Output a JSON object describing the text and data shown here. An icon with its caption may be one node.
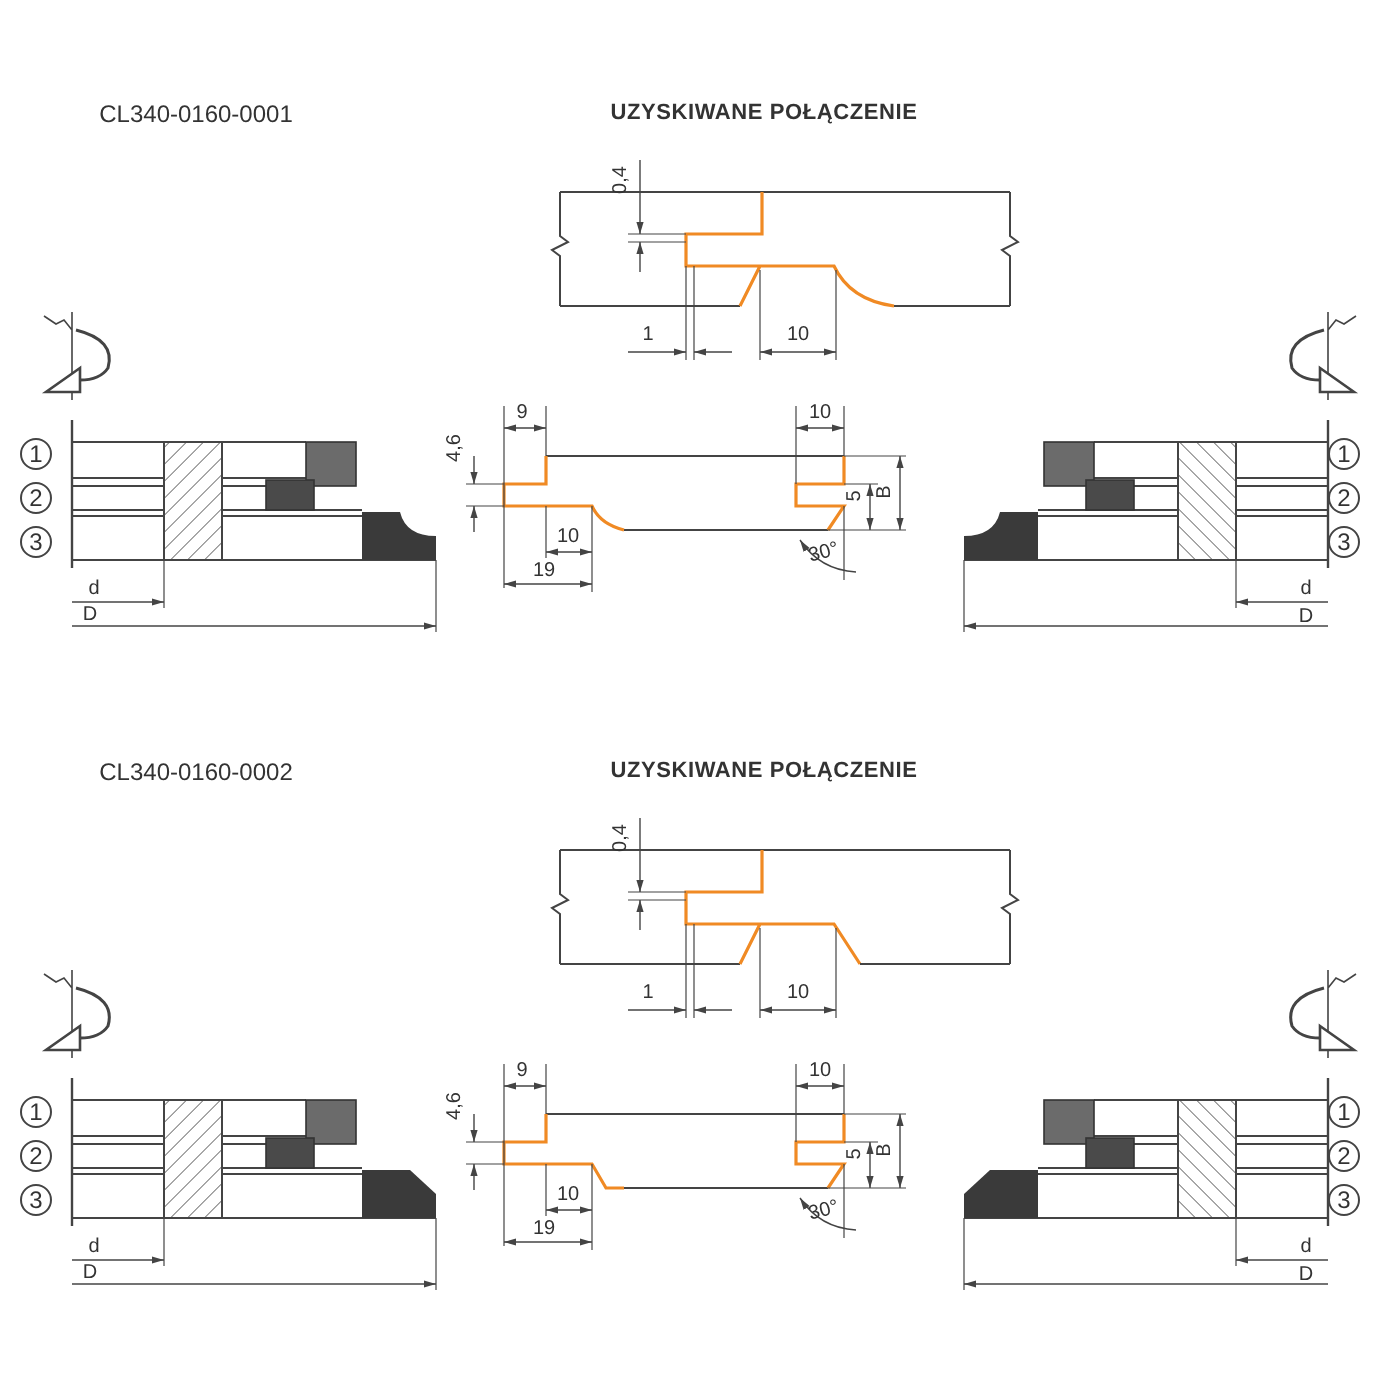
{
  "diagram": {
    "labels": [
      "CL340-0160-0001",
      "UZYSKIWANE POŁĄCZENIE",
      "0,4",
      "1",
      "10",
      "9",
      "4,6",
      "10",
      "5",
      "B",
      "10",
      "19",
      "30°",
      "1",
      "2",
      "3",
      "1",
      "2",
      "3",
      "d",
      "D",
      "d",
      "D",
      "CL340-0160-0002",
      "UZYSKIWANE POŁĄCZENIE",
      "0,4",
      "1",
      "10",
      "9",
      "4,6",
      "10",
      "5",
      "B",
      "10",
      "19",
      "30°",
      "1",
      "2",
      "3",
      "1",
      "2",
      "3",
      "d",
      "D",
      "d",
      "D"
    ]
  }
}
